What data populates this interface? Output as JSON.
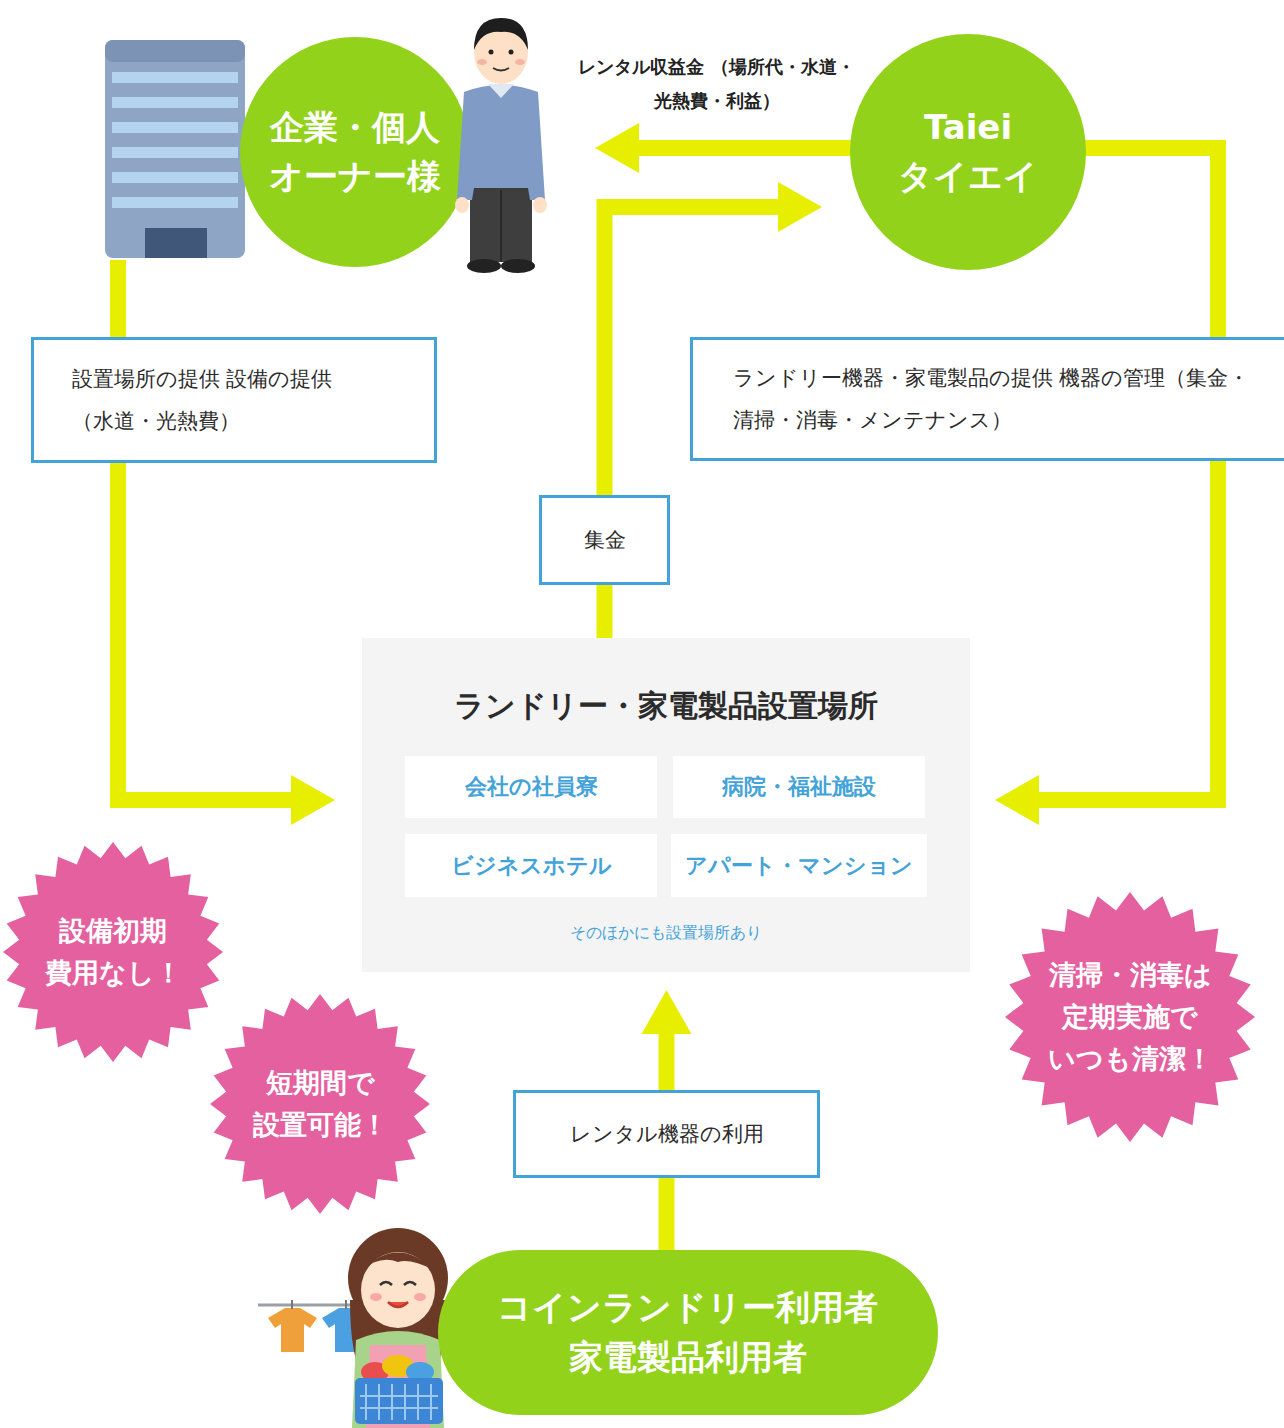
{
  "diagram": {
    "nodes": [
      {
        "text": [
          "企業・個人 オーナー様"
        ]
      },
      {
        "text": [
          "Taiei タイエイ"
        ]
      },
      {
        "text": [
          "設置場所の提供 設備の提供（水道・光熱費）"
        ]
      },
      {
        "text": [
          "ランドリー機器・家電製品の提供 機器の管理（集金・清掃・消毒・メンテナンス）"
        ]
      },
      {
        "text": [
          "集金"
        ]
      },
      {
        "text": [
          "ランドリー・家電製品設置場所",
          "そのほかにも設置場所あり"
        ]
      },
      {
        "text": [
          "会社の社員寮"
        ],
        "in": 5
      },
      {
        "text": [
          "病院・福祉施設"
        ],
        "in": 5
      },
      {
        "text": [
          "ビジネスホテル"
        ],
        "in": 5
      },
      {
        "text": [
          "アパート・マンション"
        ],
        "in": 5
      },
      {
        "text": [
          "設備初期 費用なし！"
        ]
      },
      {
        "text": [
          "短期間で 設置可能！"
        ]
      },
      {
        "text": [
          "清掃・消毒は 定期実施で いつも清潔！"
        ]
      },
      {
        "text": [
          "レンタル機器の利用"
        ]
      },
      {
        "text": [
          "コインランドリー利用者 家電製品利用者"
        ]
      }
    ],
    "edges": [
      {
        "from": 0,
        "to": 2,
        "arrow": "none"
      },
      {
        "from": 2,
        "to": 5,
        "arrow": "to"
      },
      {
        "from": 1,
        "to": 3,
        "arrow": "none"
      },
      {
        "from": 3,
        "to": 5,
        "arrow": "to"
      },
      {
        "from": 5,
        "to": 4,
        "arrow": "none"
      },
      {
        "from": 4,
        "to": 1,
        "arrow": "to"
      },
      {
        "from": 1,
        "to": 0,
        "label": "レンタル収益金 （場所代・水道・光熱費・利益）",
        "arrow": "to"
      },
      {
        "from": 14,
        "to": 13,
        "arrow": "none"
      },
      {
        "from": 13,
        "to": 5,
        "arrow": "to"
      }
    ]
  }
}
